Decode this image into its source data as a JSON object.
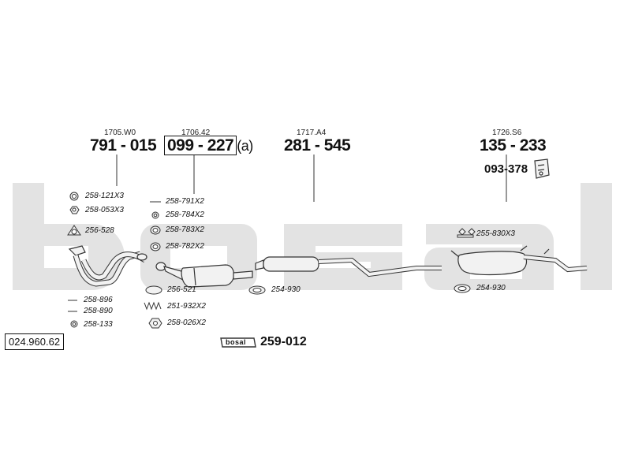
{
  "watermark": {
    "brand": "bosal",
    "color": "#e3e3e3"
  },
  "reference_number": "024.960.62",
  "groups": [
    {
      "code": "1705.W0",
      "part": "791 - 015"
    },
    {
      "code": "1706.42",
      "part": "099 - 227",
      "suffix": "(a)"
    },
    {
      "code": "1717.A4",
      "part": "281 - 545"
    },
    {
      "code": "1726.S6",
      "part": "135 - 233",
      "extra_part": "093-378"
    }
  ],
  "left_labels": [
    "258-121X3",
    "258-053X3",
    "256-528"
  ],
  "left_bottom_labels": [
    "258-896",
    "258-890",
    "258-133"
  ],
  "middle_labels": [
    "258-791X2",
    "258-784X2",
    "258-783X2",
    "258-782X2"
  ],
  "middle_bottom_labels": [
    "256-521",
    "251-932X2",
    "258-026X2"
  ],
  "clamp_middle": "254-930",
  "right_labels": {
    "top": "255-830X3",
    "bottom": "254-930"
  },
  "kit": {
    "logo": "bosal",
    "part": "259-012"
  },
  "line_color": "#333333",
  "fill_color": "#f2f2f2"
}
